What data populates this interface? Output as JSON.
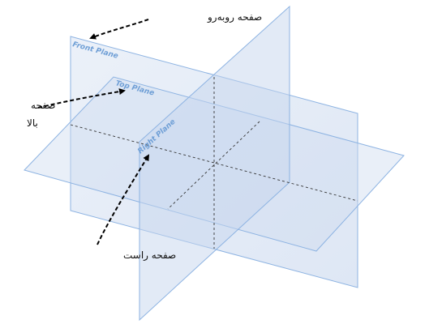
{
  "planes": {
    "front": {
      "label": "Front Plane"
    },
    "top": {
      "label": "Top Plane"
    },
    "right": {
      "label": "Right Plane"
    }
  },
  "callouts": {
    "front": {
      "text": "صفحه روبه‌رو"
    },
    "top": {
      "line1": "صفحه",
      "line2": "بالا"
    },
    "right": {
      "text": "صفحه راست"
    }
  },
  "colors": {
    "plane_fill": "#c9d8ee",
    "plane_edge": "#8db3e2",
    "label_text": "#6f9fd6",
    "dashed_axis": "#333333",
    "arrow": "#000000"
  }
}
